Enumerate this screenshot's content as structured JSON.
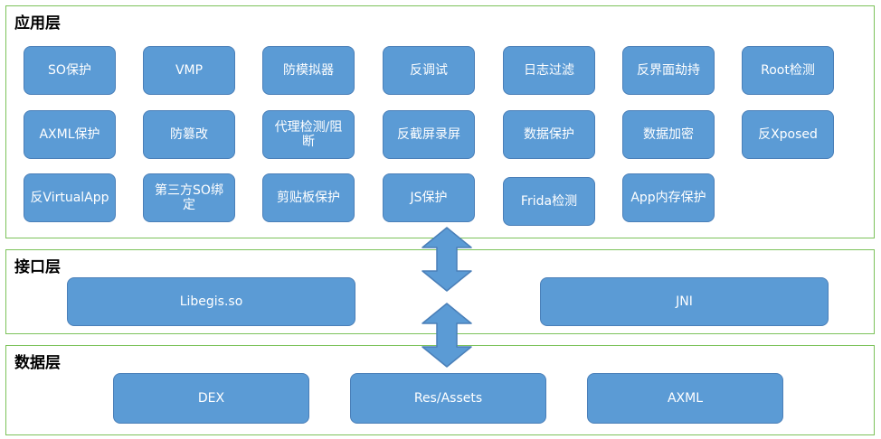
{
  "layers": {
    "app": {
      "title": "应用层",
      "items": [
        "SO保护",
        "VMP",
        "防模拟器",
        "反调试",
        "日志过滤",
        "反界面劫持",
        "Root检测",
        "AXML保护",
        "防篡改",
        "代理检测/阻断",
        "反截屏录屏",
        "数据保护",
        "数据加密",
        "反Xposed",
        "反VirtualApp",
        "第三方SO绑定",
        "剪贴板保护",
        "JS保护",
        "Frida检测",
        "App内存保护"
      ]
    },
    "interface": {
      "title": "接口层",
      "items": [
        "Libegis.so",
        "JNI"
      ]
    },
    "data": {
      "title": "数据层",
      "items": [
        "DEX",
        "Res/Assets",
        "AXML"
      ]
    }
  },
  "colors": {
    "layer_border": "#7cc25a",
    "box_fill": "#5b9bd5",
    "box_border": "#4a7fb8",
    "box_text": "#ffffff"
  }
}
